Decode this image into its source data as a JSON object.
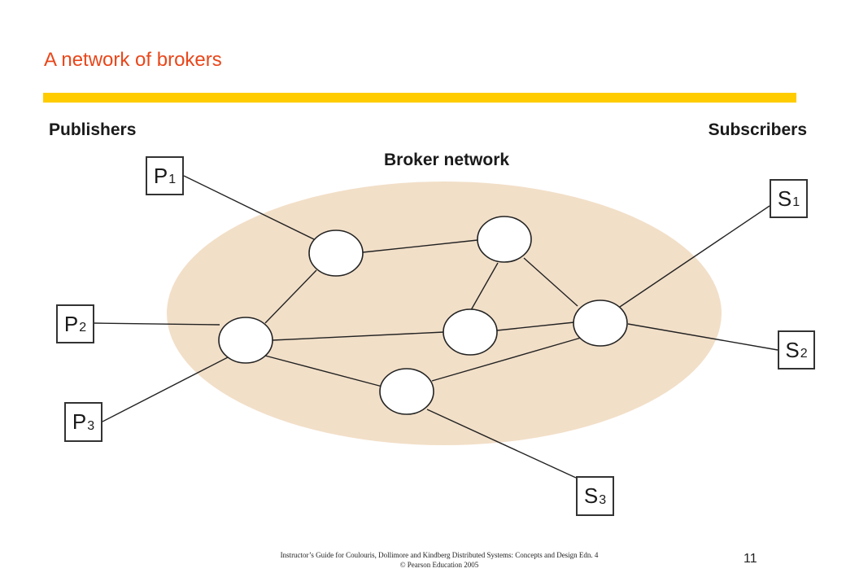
{
  "slide": {
    "title": "A network of brokers",
    "page_number": "11"
  },
  "diagram": {
    "publishers_label": "Publishers",
    "subscribers_label": "Subscribers",
    "broker_network_label": "Broker network",
    "publishers": [
      {
        "letter": "P",
        "index": "1"
      },
      {
        "letter": "P",
        "index": "2"
      },
      {
        "letter": "P",
        "index": "3"
      }
    ],
    "subscribers": [
      {
        "letter": "S",
        "index": "1"
      },
      {
        "letter": "S",
        "index": "2"
      },
      {
        "letter": "S",
        "index": "3"
      }
    ],
    "colors": {
      "network_fill": "#f2dfc8",
      "title": "#e8471b",
      "rule": "#ffcc00"
    }
  },
  "footer": {
    "line1": "Instructor’s Guide for Coulouris, Dollimore and Kindberg Distributed Systems: Concepts and Design Edn. 4",
    "line2": "© Pearson Education 2005"
  }
}
